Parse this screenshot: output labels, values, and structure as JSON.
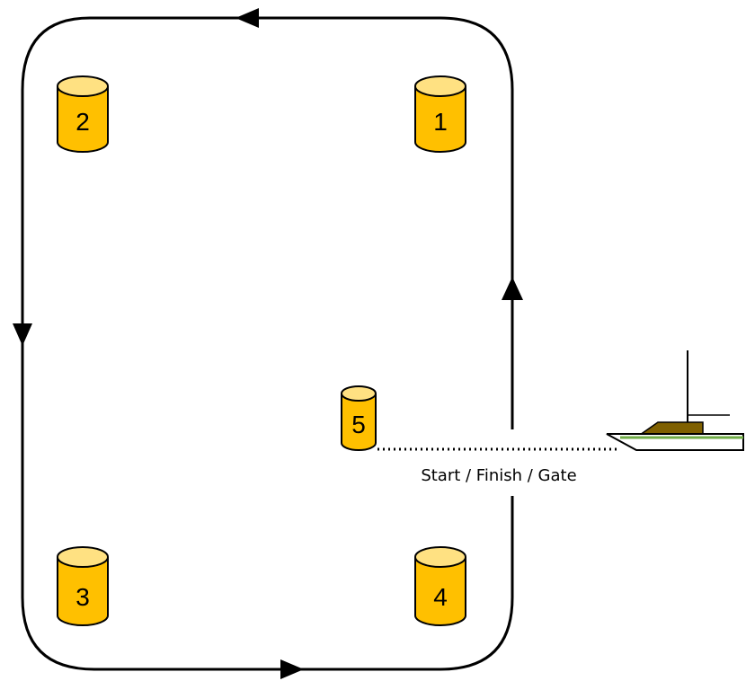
{
  "buoys": [
    {
      "label": "1"
    },
    {
      "label": "2"
    },
    {
      "label": "3"
    },
    {
      "label": "4"
    },
    {
      "label": "5"
    }
  ],
  "gate": {
    "label": "Start / Finish / Gate"
  },
  "colors": {
    "buoy_fill": "#FFC000",
    "buoy_top": "#FFE182",
    "line": "#000000",
    "boat_hull": "#FFFFFF",
    "boat_stripe": "#70AD47",
    "boat_cabin": "#7F6000"
  },
  "course_direction": "counter-clockwise",
  "icons": {
    "boat": "boat-icon",
    "buoy": "buoy-icon",
    "arrow": "arrow-icon"
  }
}
